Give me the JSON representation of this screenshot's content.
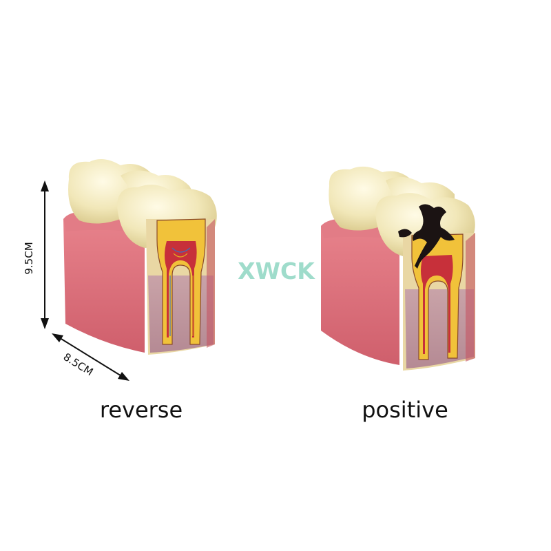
{
  "watermark": {
    "text": "XWCK",
    "color": "#9fdccb"
  },
  "dimensions": {
    "height_label": "9.5CM",
    "width_label": "8.5CM"
  },
  "models": {
    "left": {
      "caption": "reverse"
    },
    "right": {
      "caption": "positive"
    }
  },
  "colors": {
    "gum": "#d9707a",
    "tooth_crown": "#f3ecc6",
    "dentin": "#f1c23a",
    "pulp": "#c7303a",
    "caries": "#1b1313"
  }
}
